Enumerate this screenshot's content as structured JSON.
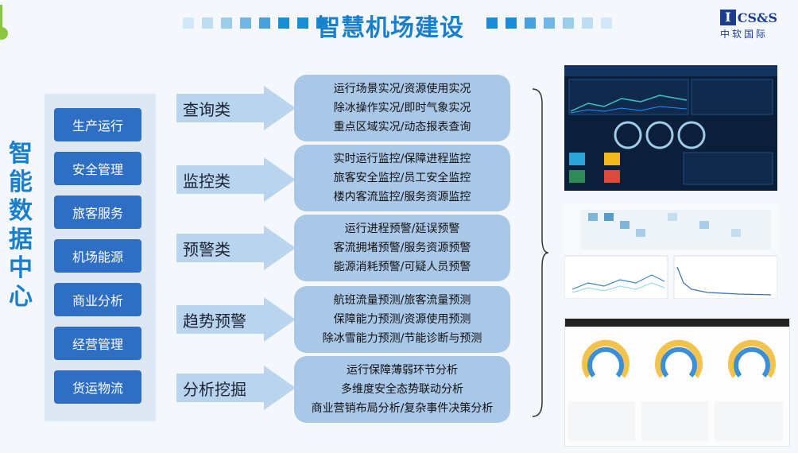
{
  "header": {
    "title": "智慧机场建设",
    "logo": {
      "mark": "I",
      "name": "CS&S",
      "subtitle": "中软国际"
    }
  },
  "vertical_title": "智能数据中心",
  "categories": [
    "生产运行",
    "安全管理",
    "旅客服务",
    "机场能源",
    "商业分析",
    "经营管理",
    "货运物流"
  ],
  "function_groups": [
    {
      "label": "查询类",
      "items": [
        "运行场景实况/资源使用实况",
        "除冰操作实况/即时气象实况",
        "重点区域实况/动态报表查询"
      ]
    },
    {
      "label": "监控类",
      "items": [
        "实时运行监控/保障进程监控",
        "旅客安全监控/员工安全监控",
        "楼内客流监控/服务资源监控"
      ]
    },
    {
      "label": "预警类",
      "items": [
        "运行进程预警/延误预警",
        "客流拥堵预警/服务资源预警",
        "能源消耗预警/可疑人员预警"
      ]
    },
    {
      "label": "趋势预警",
      "items": [
        "航班流量预测/旅客流量预测",
        "保障能力预测/资源使用预测",
        "除冰雪能力预测/节能诊断与预测"
      ]
    },
    {
      "label": "分析挖掘",
      "items": [
        "运行保障薄弱环节分析",
        "多维度安全态势联动分析",
        "商业营销布局分析/复杂事件决策分析"
      ]
    }
  ],
  "colors": {
    "accent": "#1a7fcb",
    "category_button": "#2e6fc4",
    "feature_box": "#a9c8e8",
    "arrow": "#b9d4ee",
    "left_panel": "#dde8f3",
    "deco": "#8dc63f"
  }
}
